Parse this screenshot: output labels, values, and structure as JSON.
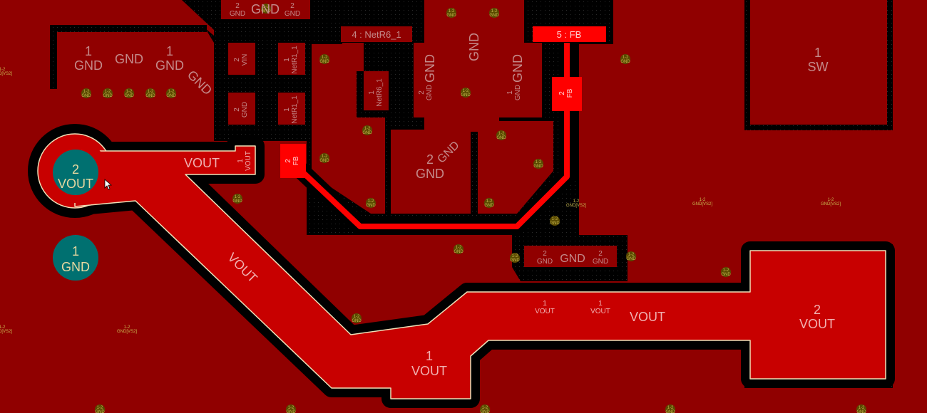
{
  "colors": {
    "plane": "#900000",
    "clearance": "#000000",
    "selected_net": "#c80000",
    "selected_outline": "#efe0b8",
    "fb_trace": "#ff0000",
    "through_hole_pad": "#007070",
    "via": "#5a4a00"
  },
  "top_connector": {
    "pad_a": [
      "2",
      "GND"
    ],
    "net": "GND",
    "pad_b": [
      "2",
      "GND"
    ]
  },
  "left_gnd": {
    "pad_a": [
      "1",
      "GND"
    ],
    "net": "GND",
    "pad_b": [
      "1",
      "GND"
    ],
    "diag": "GND"
  },
  "column": {
    "vin": [
      "2",
      "VIN"
    ],
    "netr1_a": [
      "1",
      "NetR1_1"
    ],
    "gnd": [
      "2",
      "GND"
    ],
    "netr1_b": [
      "1",
      "NetR1_1"
    ],
    "vout_pad": [
      "1",
      "VOUT"
    ],
    "fb_pad": [
      "2",
      "FB"
    ]
  },
  "vout_trace_label": "VOUT",
  "vout_diag_label": "VOUT",
  "tht_pads": [
    [
      "2",
      "VOUT"
    ],
    [
      "1",
      "GND"
    ]
  ],
  "net_tags": {
    "netr6": "4 : NetR6_1",
    "fb": "5 : FB"
  },
  "center": {
    "gnd_top": "GND",
    "gnd_left": "GND",
    "gnd_right": "GND",
    "netr6_pad": [
      "1",
      "NetR6_1"
    ],
    "gnd_pad_a": [
      "2",
      "GND"
    ],
    "gnd_pad_b": [
      "1",
      "GND"
    ],
    "fb_pad": [
      "2",
      "FB"
    ],
    "big_pad": [
      "2",
      "GND"
    ],
    "big_diag": "GND"
  },
  "sw_pad": [
    "1",
    "SW"
  ],
  "lower_gnd": {
    "pad_a": [
      "2",
      "GND"
    ],
    "net": "GND",
    "pad_b": [
      "2",
      "GND"
    ]
  },
  "vout_lower": {
    "pad_a": [
      "1",
      "VOUT"
    ],
    "pad_b": [
      "1",
      "VOUT"
    ],
    "net": "VOUT",
    "pad1": [
      "1",
      "VOUT"
    ],
    "pad2": [
      "2",
      "VOUT"
    ]
  },
  "via_labels": {
    "top": "1-2",
    "gnd": "GND",
    "gnd_vs2": "GND[VS2]"
  }
}
